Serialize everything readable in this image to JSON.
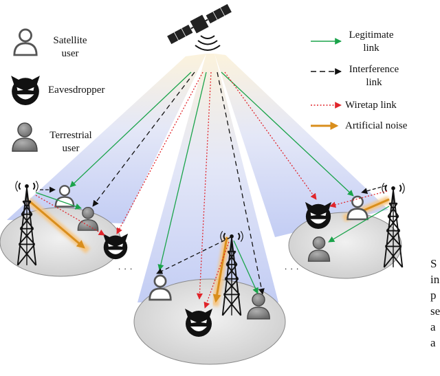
{
  "legend_users": {
    "satellite_user": [
      "Satellite",
      "user"
    ],
    "eavesdropper": "Eavesdropper",
    "terrestrial_user": [
      "Terrestrial",
      "user"
    ]
  },
  "legend_links": {
    "legitimate": [
      "Legitimate",
      "link"
    ],
    "interference": [
      "Interference",
      "link"
    ],
    "wiretap": "Wiretap link",
    "artificial_noise": "Artificial noise"
  },
  "ellipsis": ". . .",
  "cropped_side_text": [
    "S",
    "in",
    "p",
    "se",
    "a",
    "a"
  ],
  "colors": {
    "legitimate": "#1aa34a",
    "interference": "#111111",
    "wiretap": "#e0242a",
    "artificial_noise": "#e2a23a",
    "beam": "#bcc8f2",
    "cell": "#dcdcdc"
  }
}
